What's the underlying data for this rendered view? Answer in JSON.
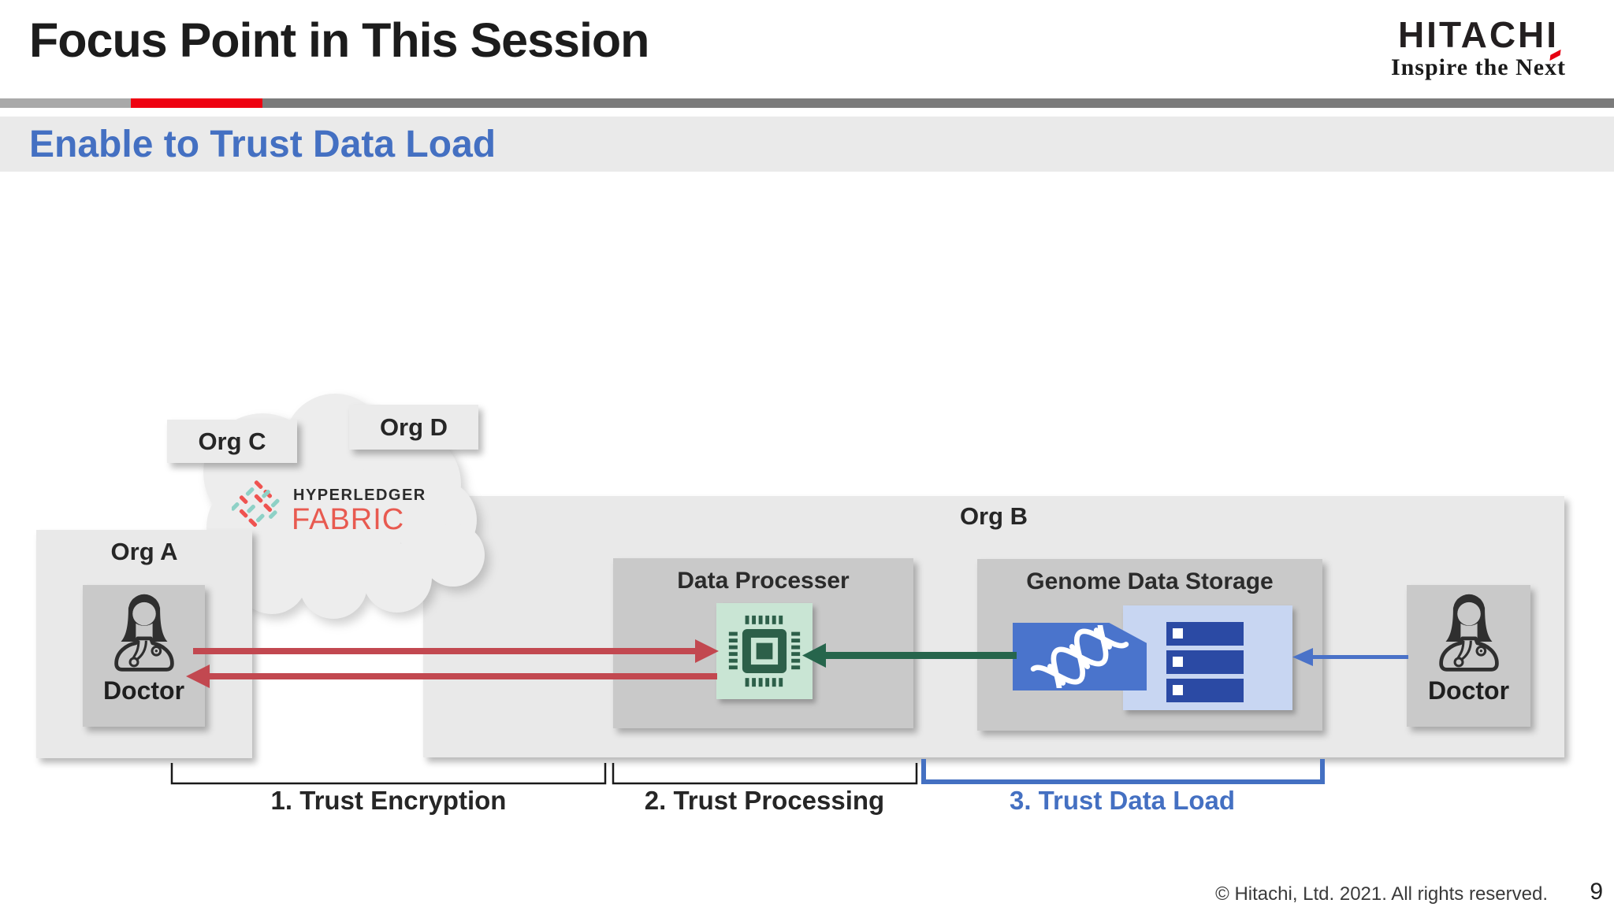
{
  "header": {
    "title": "Focus Point in This Session",
    "subtitle": "Enable to Trust Data Load",
    "logo": {
      "brand": "HITACHI",
      "tagline": "Inspire the Next"
    }
  },
  "diagram": {
    "org_a": {
      "label": "Org A",
      "doctor_label": "Doctor"
    },
    "org_b": {
      "label": "Org B"
    },
    "org_c": {
      "label": "Org C"
    },
    "org_d": {
      "label": "Org D"
    },
    "fabric_logo": {
      "line1": "HYPERLEDGER",
      "line2": "FABRIC"
    },
    "data_processer": {
      "title": "Data Processer"
    },
    "genome_storage": {
      "title": "Genome Data Storage"
    },
    "doctor_right": {
      "label": "Doctor"
    },
    "steps": [
      {
        "label": "1. Trust Encryption"
      },
      {
        "label": "2. Trust Processing"
      },
      {
        "label": "3. Trust Data Load"
      }
    ]
  },
  "footer": {
    "copyright": "© Hitachi, Ltd. 2021. All rights reserved.",
    "page_number": "9"
  },
  "colors": {
    "hitachi_red": "#ee0211",
    "accent_blue": "#4470c2",
    "arrow_red": "#c24850",
    "arrow_green": "#26654c",
    "arrow_blue": "#4a72c8",
    "chip_green_bg": "#c9e5d4",
    "chip_green": "#2d5f49",
    "storage_blue": "#4a74cc",
    "server_navy": "#2b4aa4",
    "panel_blue": "#c8d6f2",
    "box_gray": "#c9c9c9",
    "org_gray": "#e9e9e9"
  }
}
